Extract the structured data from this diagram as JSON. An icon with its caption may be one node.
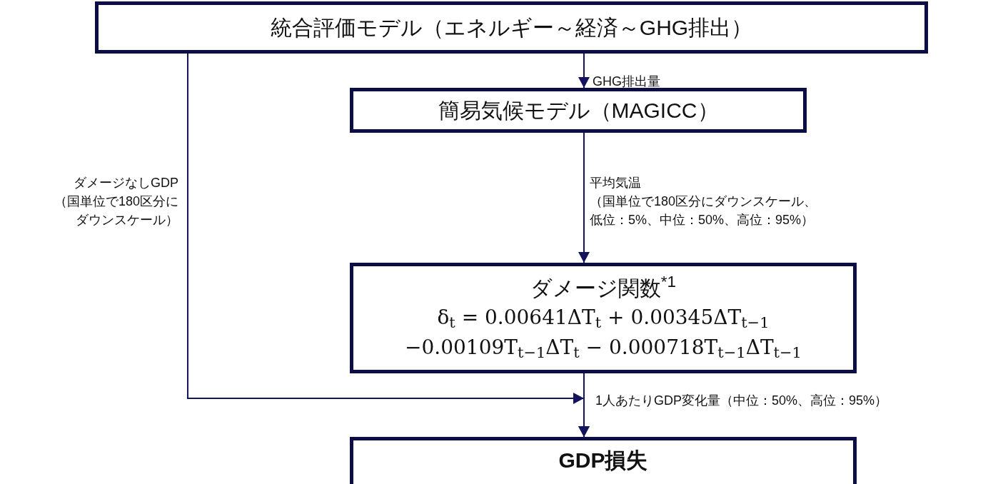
{
  "diagram": {
    "nodes": [
      {
        "text": [
          "統合評価モデル（エネルギー～経済～GHG排出）"
        ]
      },
      {
        "text": [
          "簡易気候モデル（MAGICC）"
        ]
      },
      {
        "text": [
          "ダメージ関数$^{*1}$",
          "δ$_{t}$ = 0.00641ΔT$_{t}$ + 0.00345ΔT$_{t−1}$",
          "−0.00109T$_{t−1}$ΔT$_{t}$ − 0.000718T$_{t−1}$ΔT$_{t−1}$"
        ]
      },
      {
        "text": [
          "GDP損失"
        ]
      }
    ],
    "edges": [
      {
        "from": 0,
        "to": 1,
        "arrow": "to",
        "label": "GHG排出量"
      },
      {
        "from": 1,
        "to": 2,
        "arrow": "to",
        "label": "平均気温（国単位で180区分にダウンスケール、低位：5%、中位：50%、高位：95%）"
      },
      {
        "from": 0,
        "to": 3,
        "arrow": "to",
        "label": "ダメージなしGDP（国単位で180区分にダウンスケール）"
      },
      {
        "from": 2,
        "to": 3,
        "arrow": "to",
        "label": "1人あたりGDP変化量（中位：50%、高位：95%）"
      }
    ]
  }
}
